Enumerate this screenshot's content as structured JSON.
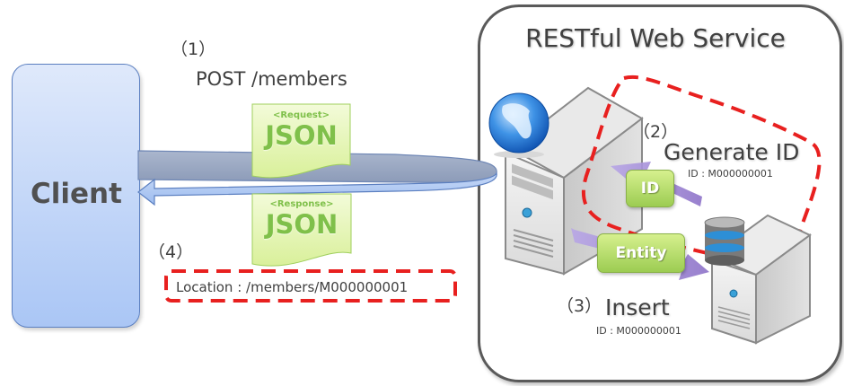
{
  "client": {
    "label": "Client"
  },
  "service": {
    "title": "RESTful Web Service"
  },
  "steps": {
    "step1": {
      "number": "（1）",
      "label": "POST /members"
    },
    "step2": {
      "number": "（2）",
      "label": "Generate ID",
      "detail": "ID : M000000001"
    },
    "step3": {
      "number": "（3）",
      "label": "Insert",
      "detail": "ID : M000000001"
    },
    "step4": {
      "number": "（4）",
      "label": "Location : /members/M000000001"
    }
  },
  "documents": {
    "request": {
      "tag": "<Request>",
      "format": "JSON"
    },
    "response": {
      "tag": "<Response>",
      "format": "JSON"
    }
  },
  "arrows": {
    "id_label": "ID",
    "entity_label": "Entity"
  },
  "icons": [
    "globe-icon",
    "web-server-icon",
    "database-icon",
    "db-server-icon"
  ],
  "colors": {
    "highlight_dash": "#e8201f",
    "client_fill": "#aac6f5",
    "json_green": "#7fc04a",
    "internal_arrow": "#9b82d0"
  }
}
